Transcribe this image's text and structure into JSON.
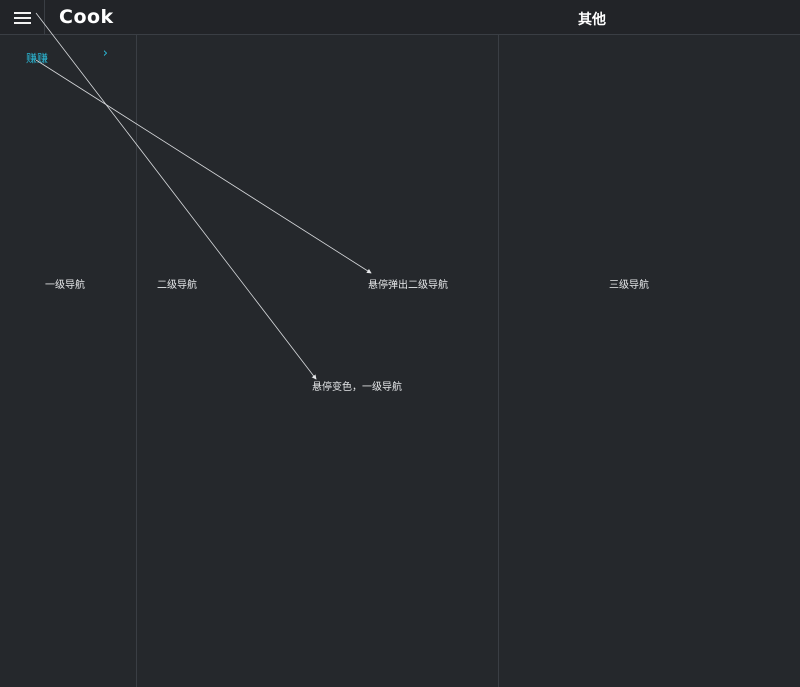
{
  "header": {
    "logo": "Cook",
    "title": "其他"
  },
  "sidebar": {
    "active_item": "赚赚"
  },
  "labels": {
    "level1": "一级导航",
    "level2": "二级导航",
    "level3": "三级导航",
    "hover_popup": "悬停弹出二级导航",
    "hover_color": "悬停变色，一级导航"
  },
  "colors": {
    "background": "#25282c",
    "topbar": "#222428",
    "accent": "#2bb8d6",
    "divider": "#3a3e44"
  },
  "icons": [
    "menu-icon",
    "chevron-right-icon"
  ]
}
